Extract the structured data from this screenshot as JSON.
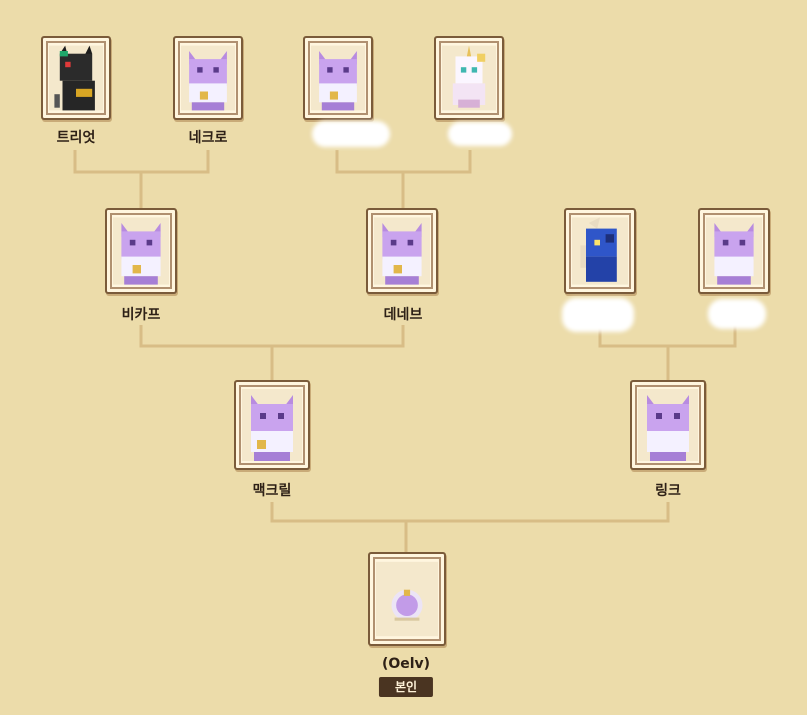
{
  "tree": {
    "grandparents": [
      {
        "name": "트리엇",
        "portrait": "black-dragon-portrait"
      },
      {
        "name": "네크로",
        "portrait": "purple-cat-portrait"
      },
      {
        "name": "",
        "portrait": "purple-cat-portrait"
      },
      {
        "name": "",
        "portrait": "white-unicorn-portrait"
      },
      {
        "name": "",
        "portrait": "blue-horned-portrait"
      },
      {
        "name": "",
        "portrait": "purple-cat-portrait"
      }
    ],
    "parents_of_parents": [
      {
        "name": "비카프",
        "portrait": "purple-cat-portrait"
      },
      {
        "name": "데네브",
        "portrait": "purple-cat-portrait"
      }
    ],
    "parents": [
      {
        "name": "맥크릴",
        "portrait": "purple-cat-portrait"
      },
      {
        "name": "링크",
        "portrait": "purple-cat-portrait"
      }
    ],
    "self": {
      "name": "(Oelv)",
      "badge": "본인",
      "portrait": "egg-portrait"
    }
  },
  "colors": {
    "background": "#ecdcaa",
    "connector": "#d8bd86",
    "card_border": "#7a5b3a",
    "badge": "#4a3421"
  }
}
